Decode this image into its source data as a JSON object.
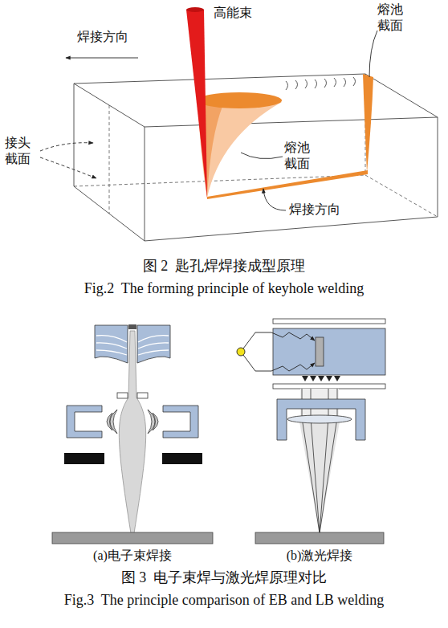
{
  "diagram": {
    "labels": [
      "高能束",
      "焊接方向",
      "熔池 截面",
      "接头 截面",
      "熔池 截面",
      "焊接方向",
      "图 2  匙孔焊焊接成型原理",
      "Fig.2  The forming principle of keyhole welding",
      "(a)电子束焊接",
      "(b)激光焊接",
      "图 3  电子束焊与激光焊原理对比",
      "Fig.3  The principle comparison of EB and LB welding"
    ]
  }
}
